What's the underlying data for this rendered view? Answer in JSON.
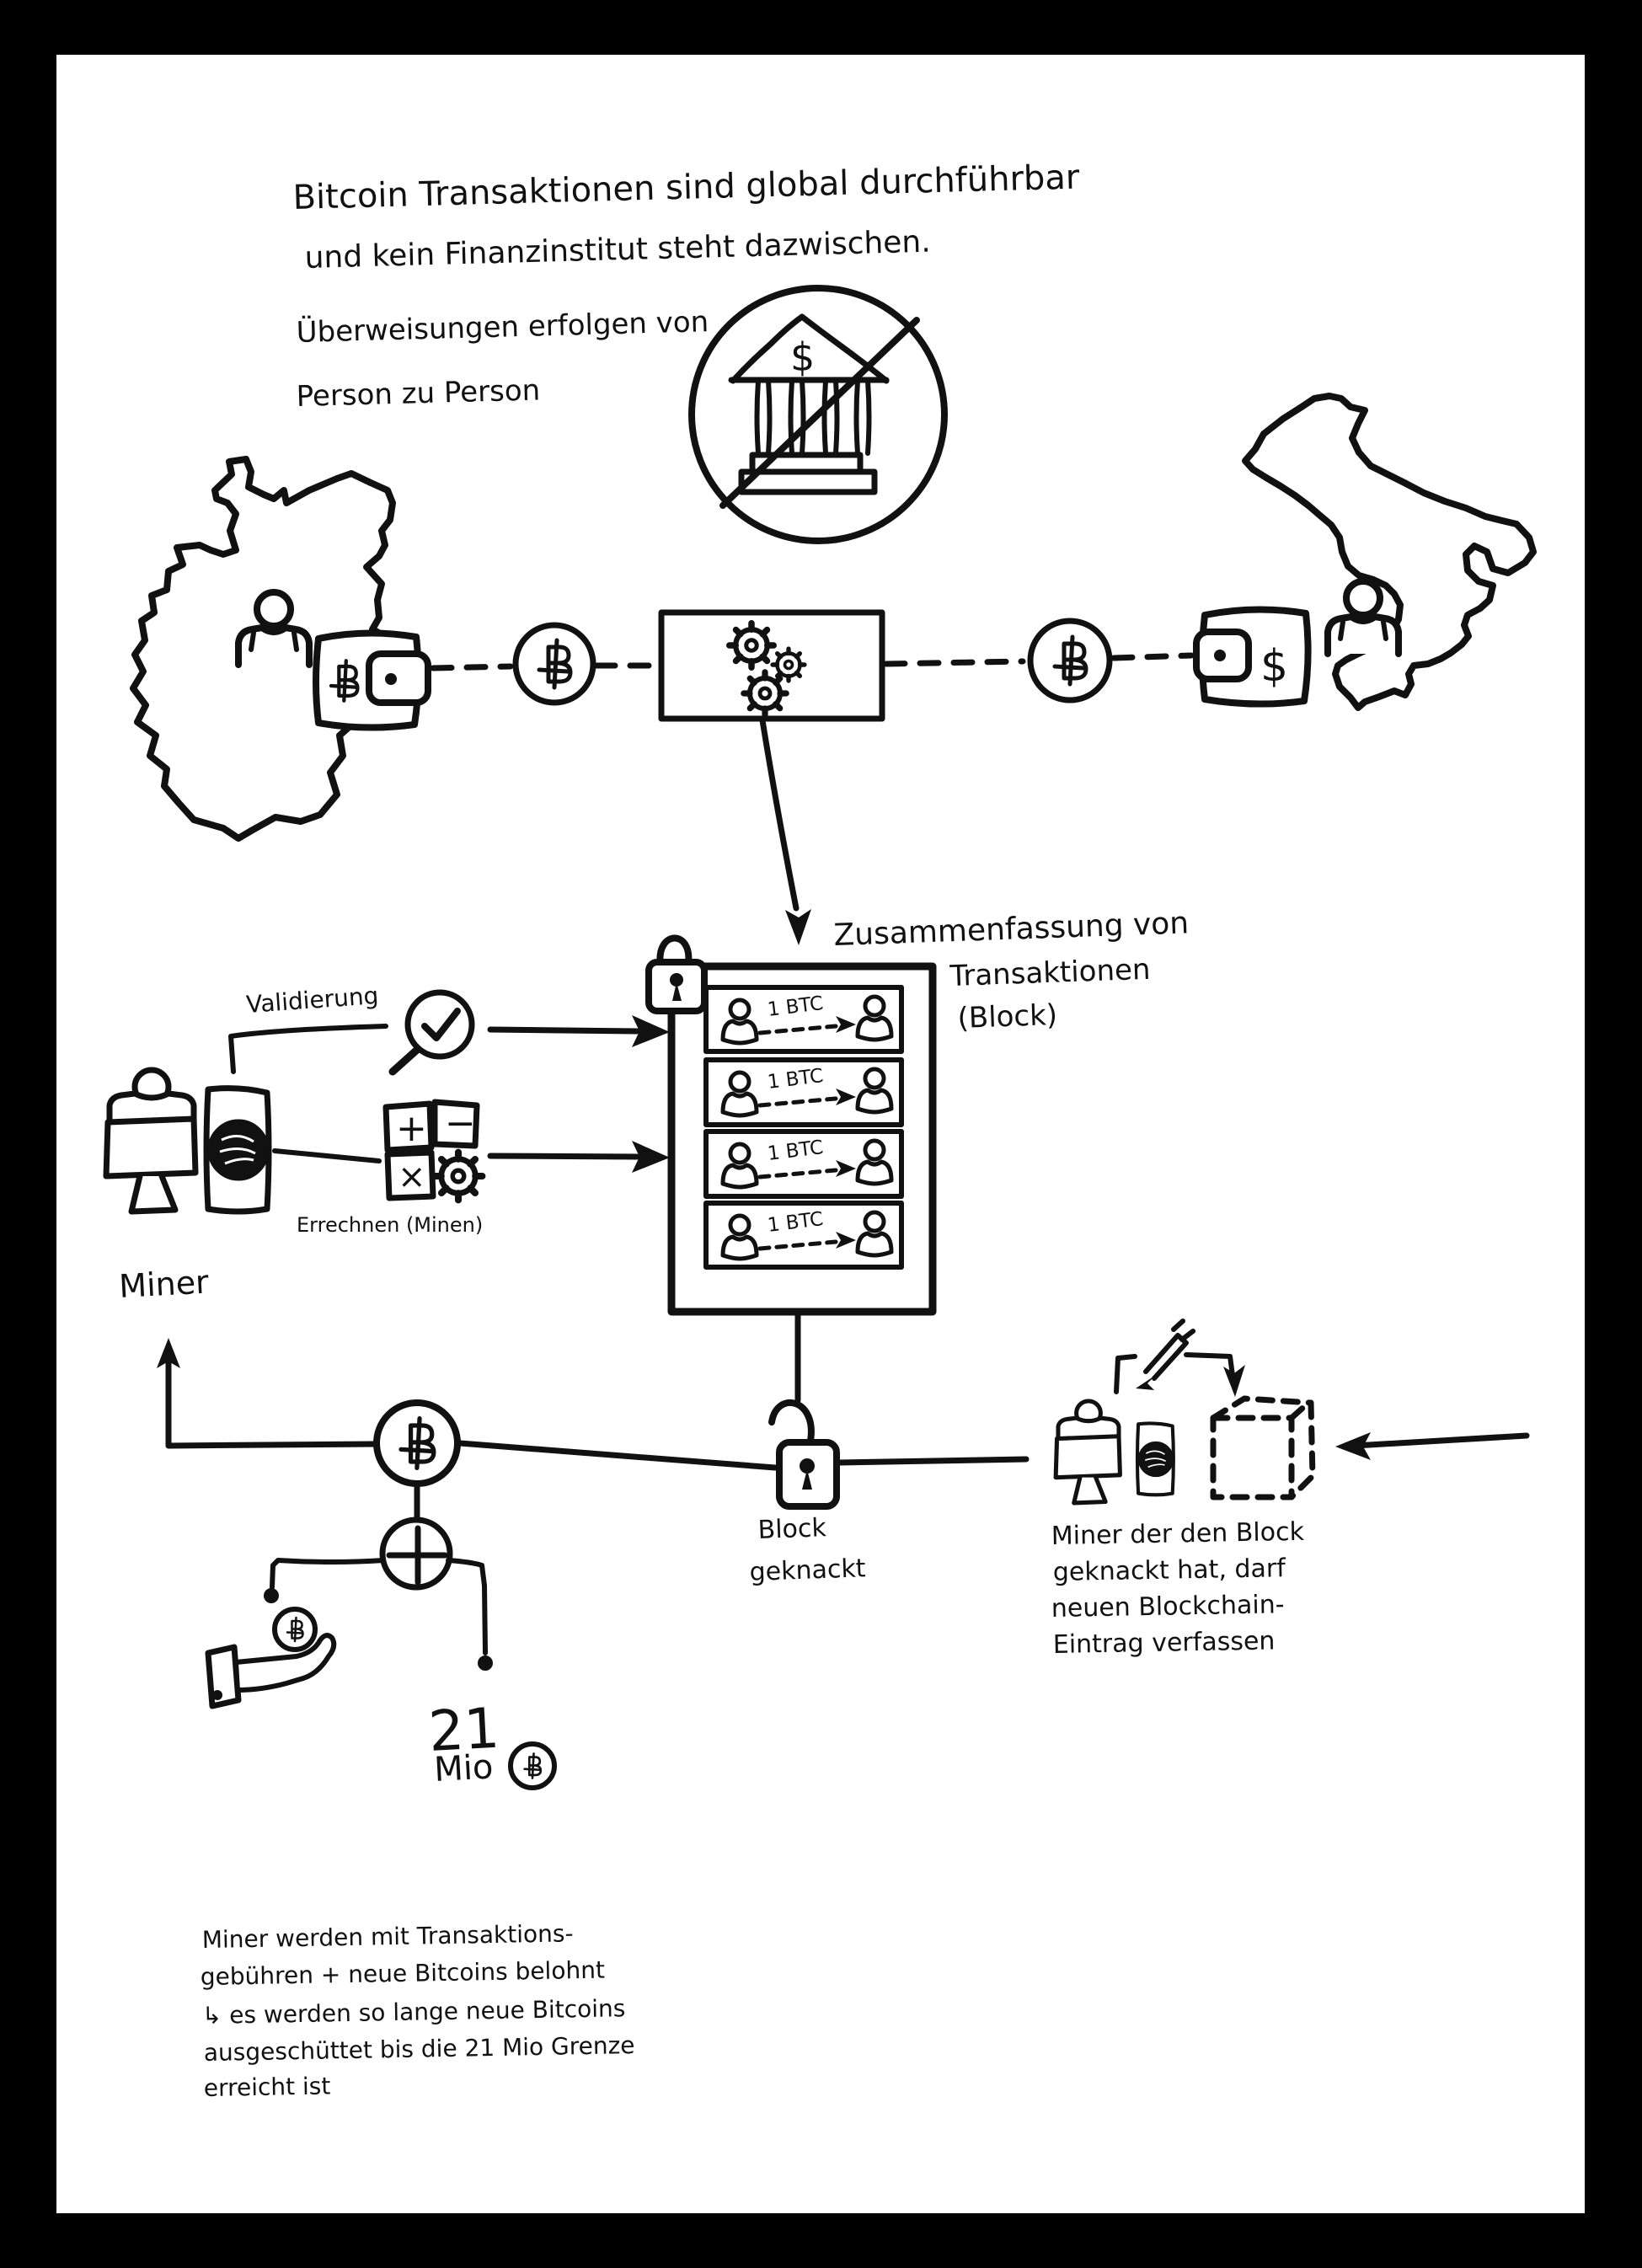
{
  "colors": {
    "ink": "#111111",
    "paper": "#ffffff",
    "background": "#000000"
  },
  "heading": {
    "line1": "Bitcoin Transaktionen sind global durchführbar",
    "line2": "und kein Finanzinstitut steht dazwischen.",
    "line3": "Überweisungen erfolgen von",
    "line4": "Person zu Person"
  },
  "no_bank": {
    "dollar": "$",
    "icon": "no-bank-icon"
  },
  "maps": {
    "left": "germany-map",
    "right": "italy-map"
  },
  "wallets": {
    "left_currency_icon": "₿",
    "right_currency": "$"
  },
  "coins": {
    "btc_symbol": "₿"
  },
  "machine": {
    "icon": "gears-box"
  },
  "block": {
    "label_line1": "Zusammenfassung von",
    "label_line2": "Transaktionen",
    "label_line3": "(Block)",
    "tx_amount": "1 BTC",
    "rows": 4
  },
  "miner": {
    "label": "Miner",
    "validation": "Validierung",
    "mining": "Errechnen (Minen)"
  },
  "calc": {
    "plus": "+",
    "minus": "−",
    "times": "×"
  },
  "cracked": {
    "line1": "Block",
    "line2": "geknackt"
  },
  "winner": {
    "line1": "Miner der den Block",
    "line2": "geknackt hat, darf",
    "line3": "neuen Blockchain-",
    "line4": "Eintrag verfassen"
  },
  "reward": {
    "number": "21",
    "unit": "Mio"
  },
  "footer": {
    "line1": "Miner werden mit Transaktions-",
    "line2": "gebühren + neue Bitcoins belohnt",
    "line3": "↳ es werden so lange neue Bitcoins",
    "line4": "ausgeschüttet bis die 21 Mio Grenze",
    "line5": "erreicht ist"
  }
}
